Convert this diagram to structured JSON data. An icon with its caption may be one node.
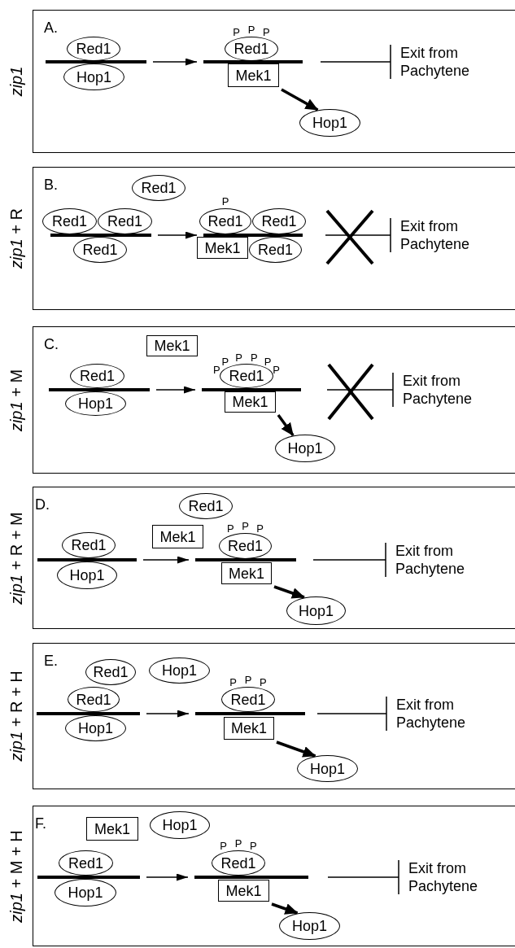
{
  "diagram": {
    "nodes": [
      {
        "text": [
          "A.",
          "*zip1*"
        ]
      },
      {
        "text": [
          "Red1"
        ],
        "in": 0
      },
      {
        "text": [],
        "shape": "bar",
        "in": 0
      },
      {
        "text": [
          "Hop1"
        ],
        "in": 0
      },
      {
        "text": [
          "Red1"
        ],
        "in": 0,
        "beside": [
          "P",
          "P",
          "P"
        ]
      },
      {
        "text": [],
        "shape": "bar",
        "in": 0
      },
      {
        "text": [
          "Mek1"
        ],
        "in": 0
      },
      {
        "text": [
          "Hop1"
        ],
        "in": 0
      },
      {
        "text": [
          "Exit from Pachytene"
        ],
        "in": 0
      },
      {
        "text": [
          "B.",
          "*zip1* + R"
        ]
      },
      {
        "text": [
          "Red1"
        ],
        "in": 9
      },
      {
        "text": [
          "Red1"
        ],
        "in": 9
      },
      {
        "text": [
          "Red1"
        ],
        "in": 9
      },
      {
        "text": [],
        "shape": "bar",
        "in": 9
      },
      {
        "text": [
          "Red1"
        ],
        "in": 9
      },
      {
        "text": [
          "Red1"
        ],
        "in": 9,
        "beside": [
          "P"
        ]
      },
      {
        "text": [
          "Red1"
        ],
        "in": 9
      },
      {
        "text": [],
        "shape": "bar",
        "in": 9
      },
      {
        "text": [
          "Mek1"
        ],
        "in": 9
      },
      {
        "text": [
          "Red1"
        ],
        "in": 9
      },
      {
        "text": [],
        "shape": "cross",
        "in": 9
      },
      {
        "text": [
          "Exit from Pachytene"
        ],
        "in": 9
      },
      {
        "text": [
          "C.",
          "*zip1* + M"
        ]
      },
      {
        "text": [
          "Mek1"
        ],
        "in": 22
      },
      {
        "text": [
          "Red1"
        ],
        "in": 22
      },
      {
        "text": [],
        "shape": "bar",
        "in": 22
      },
      {
        "text": [
          "Hop1"
        ],
        "in": 22
      },
      {
        "text": [
          "Red1"
        ],
        "in": 22,
        "beside": [
          "P",
          "P",
          "P",
          "P",
          "P",
          "P"
        ]
      },
      {
        "text": [],
        "shape": "bar",
        "in": 22
      },
      {
        "text": [
          "Mek1"
        ],
        "in": 22
      },
      {
        "text": [
          "Hop1"
        ],
        "in": 22
      },
      {
        "text": [],
        "shape": "cross",
        "in": 22
      },
      {
        "text": [
          "Exit from Pachytene"
        ],
        "in": 22
      },
      {
        "text": [
          "D.",
          "*zip1* + R + M"
        ]
      },
      {
        "text": [
          "Red1"
        ],
        "in": 33
      },
      {
        "text": [
          "Mek1"
        ],
        "in": 33
      },
      {
        "text": [
          "Red1"
        ],
        "in": 33
      },
      {
        "text": [],
        "shape": "bar",
        "in": 33
      },
      {
        "text": [
          "Hop1"
        ],
        "in": 33
      },
      {
        "text": [
          "Red1"
        ],
        "in": 33,
        "beside": [
          "P",
          "P",
          "P"
        ]
      },
      {
        "text": [],
        "shape": "bar",
        "in": 33
      },
      {
        "text": [
          "Mek1"
        ],
        "in": 33
      },
      {
        "text": [
          "Hop1"
        ],
        "in": 33
      },
      {
        "text": [
          "Exit from Pachytene"
        ],
        "in": 33
      },
      {
        "text": [
          "E.",
          "*zip1* + R + H"
        ]
      },
      {
        "text": [
          "Red1"
        ],
        "in": 44
      },
      {
        "text": [
          "Hop1"
        ],
        "in": 44
      },
      {
        "text": [
          "Red1"
        ],
        "in": 44
      },
      {
        "text": [],
        "shape": "bar",
        "in": 44
      },
      {
        "text": [
          "Hop1"
        ],
        "in": 44
      },
      {
        "text": [
          "Red1"
        ],
        "in": 44,
        "beside": [
          "P",
          "P",
          "P"
        ]
      },
      {
        "text": [],
        "shape": "bar",
        "in": 44
      },
      {
        "text": [
          "Mek1"
        ],
        "in": 44
      },
      {
        "text": [
          "Hop1"
        ],
        "in": 44
      },
      {
        "text": [
          "Exit from Pachytene"
        ],
        "in": 44
      },
      {
        "text": [
          "F.",
          "*zip1* + M + H"
        ]
      },
      {
        "text": [
          "Mek1"
        ],
        "in": 55
      },
      {
        "text": [
          "Hop1"
        ],
        "in": 55
      },
      {
        "text": [
          "Red1"
        ],
        "in": 55
      },
      {
        "text": [],
        "shape": "bar",
        "in": 55
      },
      {
        "text": [
          "Hop1"
        ],
        "in": 55
      },
      {
        "text": [
          "Red1"
        ],
        "in": 55,
        "beside": [
          "P",
          "P",
          "P"
        ]
      },
      {
        "text": [],
        "shape": "bar",
        "in": 55
      },
      {
        "text": [
          "Mek1"
        ],
        "in": 55
      },
      {
        "text": [
          "Hop1"
        ],
        "in": 55
      },
      {
        "text": [
          "Exit from Pachytene"
        ],
        "in": 55
      }
    ],
    "edges": [
      {
        "from": 2,
        "to": 5,
        "arrow": "to"
      },
      {
        "from": 6,
        "to": 7,
        "arrow": "to",
        "style": "thick"
      },
      {
        "from": null,
        "to": 8,
        "arrow": "other"
      },
      {
        "from": 13,
        "to": 17,
        "arrow": "to"
      },
      {
        "from": 20,
        "to": 21,
        "arrow": "other"
      },
      {
        "from": 25,
        "to": 28,
        "arrow": "to"
      },
      {
        "from": 29,
        "to": 30,
        "arrow": "to",
        "style": "thick"
      },
      {
        "from": 31,
        "to": 32,
        "arrow": "other"
      },
      {
        "from": 37,
        "to": 40,
        "arrow": "to"
      },
      {
        "from": 41,
        "to": 42,
        "arrow": "to",
        "style": "thick"
      },
      {
        "from": null,
        "to": 43,
        "arrow": "other"
      },
      {
        "from": 48,
        "to": 51,
        "arrow": "to"
      },
      {
        "from": 52,
        "to": 53,
        "arrow": "to",
        "style": "thick"
      },
      {
        "from": null,
        "to": 54,
        "arrow": "other"
      },
      {
        "from": 59,
        "to": 62,
        "arrow": "to"
      },
      {
        "from": 63,
        "to": 64,
        "arrow": "to",
        "style": "thick"
      },
      {
        "from": null,
        "to": 65,
        "arrow": "other"
      }
    ]
  }
}
